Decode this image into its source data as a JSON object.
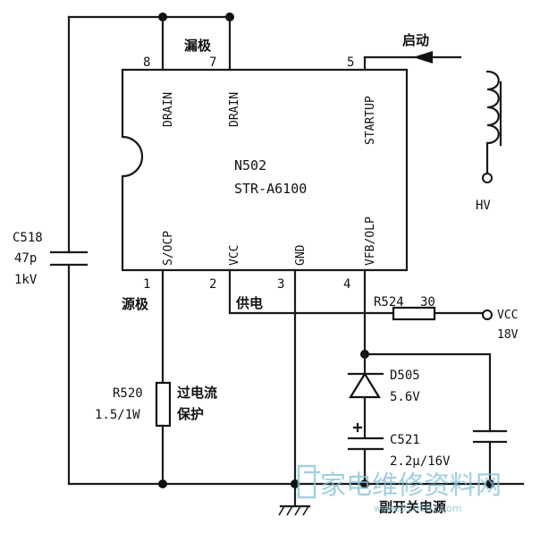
{
  "ic": {
    "ref": "N502",
    "part": "STR-A6100",
    "pins_top": [
      {
        "number": "8",
        "name": "DRAIN"
      },
      {
        "number": "7",
        "name": "DRAIN"
      },
      {
        "number": "5",
        "name": "STARTUP"
      }
    ],
    "pins_bottom": [
      {
        "number": "1",
        "name": "S/OCP"
      },
      {
        "number": "2",
        "name": "VCC"
      },
      {
        "number": "3",
        "name": "GND"
      },
      {
        "number": "4",
        "name": "VFB/OLP"
      }
    ]
  },
  "labels": {
    "drain": "漏极",
    "startup": "启动",
    "source": "源极",
    "supply": "供电",
    "overcurrent_line1": "过电流",
    "overcurrent_line2": "保护",
    "secondary": "副开关电源",
    "hv": "HV",
    "vcc": "VCC",
    "vcc_value": "18V"
  },
  "components": {
    "c518": {
      "ref": "C518",
      "value1": "47p",
      "value2": "1kV"
    },
    "r520": {
      "ref": "R520",
      "value": "1.5/1W"
    },
    "r524": {
      "ref": "R524",
      "value": "30"
    },
    "d505": {
      "ref": "D505",
      "value": "5.6V"
    },
    "c521": {
      "ref": "C521",
      "value": "2.2μ/16V"
    }
  },
  "watermark": {
    "text": "家电维修资料网",
    "url": "www.520101.com"
  }
}
